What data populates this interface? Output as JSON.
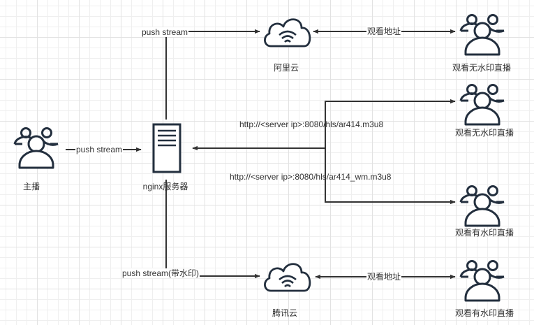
{
  "diagram": {
    "colors": {
      "stroke": "#232f3e",
      "edge": "#333333",
      "text": "#333333",
      "background": "#ffffff"
    },
    "nodes": {
      "streamer": {
        "label": "主播",
        "icon": "users-icon"
      },
      "nginx": {
        "label": "nginx服务器",
        "icon": "server-icon"
      },
      "aliyun": {
        "label": "阿里云",
        "icon": "cloud-wifi-icon"
      },
      "tencent": {
        "label": "腾讯云",
        "icon": "cloud-wifi-icon"
      },
      "viewers_top": {
        "label": "观看无水印直播",
        "icon": "users-icon"
      },
      "viewers_mid_top": {
        "label": "观看无水印直播",
        "icon": "users-icon"
      },
      "viewers_mid_bottom": {
        "label": "观看有水印直播",
        "icon": "users-icon"
      },
      "viewers_bottom": {
        "label": "观看有水印直播",
        "icon": "users-icon"
      }
    },
    "edges": {
      "streamer_to_nginx": "push stream",
      "nginx_to_aliyun": "push stream",
      "nginx_to_tencent": "push stream(带水印)",
      "aliyun_viewers": "观看地址",
      "tencent_viewers": "观看地址",
      "hls_plain": "http://<server ip>:8080/hls/ar414.m3u8",
      "hls_watermark": "http://<server ip>:8080/hls/ar414_wm.m3u8"
    }
  }
}
